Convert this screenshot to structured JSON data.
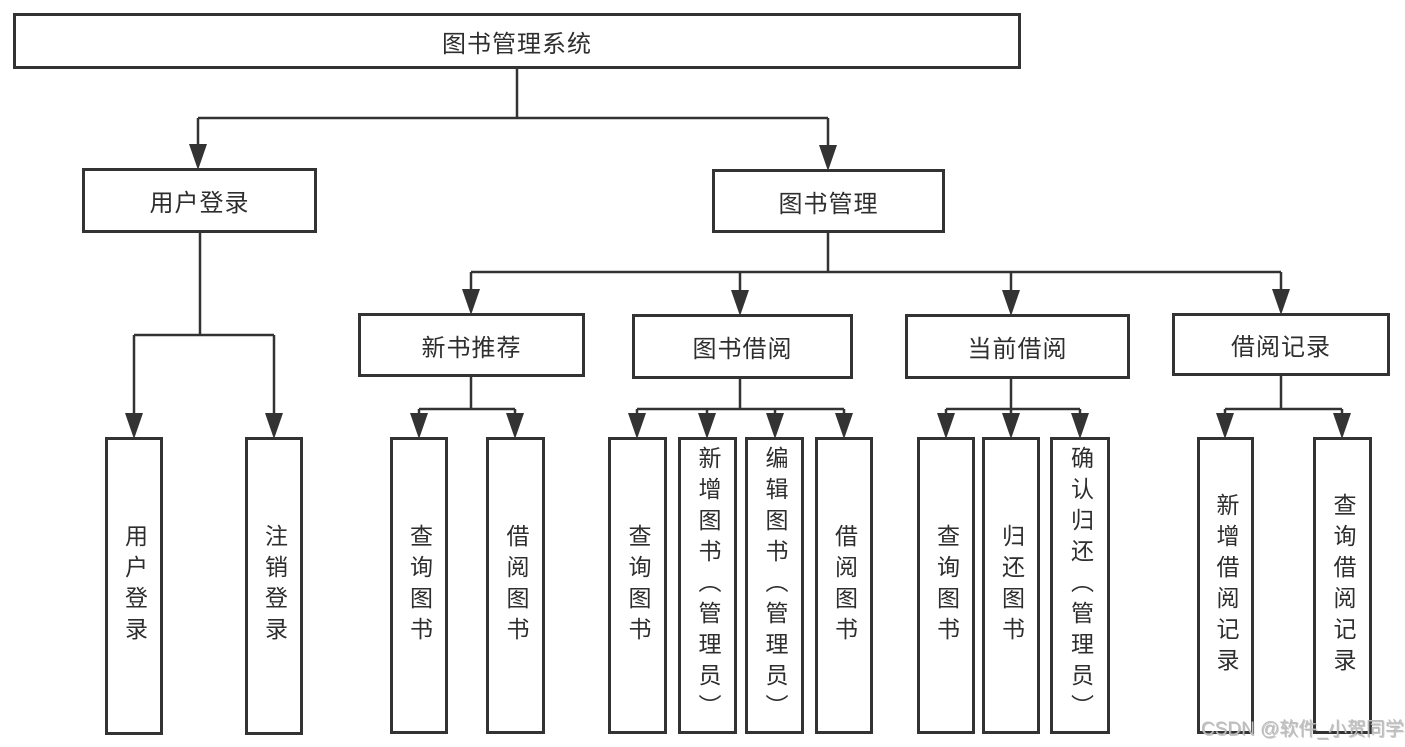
{
  "diagram": {
    "root": {
      "label": "图书管理系统"
    },
    "level2": [
      {
        "id": "user-login",
        "label": "用户登录"
      },
      {
        "id": "book-management",
        "label": "图书管理"
      }
    ],
    "level3": [
      {
        "id": "new-book-recommend",
        "label": "新书推荐"
      },
      {
        "id": "book-borrow",
        "label": "图书借阅"
      },
      {
        "id": "current-borrow",
        "label": "当前借阅"
      },
      {
        "id": "borrow-record",
        "label": "借阅记录"
      }
    ],
    "leaves": [
      {
        "id": "user-login-leaf",
        "parent": "user-login",
        "label": "用户登录"
      },
      {
        "id": "logout",
        "parent": "user-login",
        "label": "注销登录"
      },
      {
        "id": "query-book-recommend",
        "parent": "new-book-recommend",
        "label": "查询图书"
      },
      {
        "id": "borrow-book-recommend",
        "parent": "new-book-recommend",
        "label": "借阅图书"
      },
      {
        "id": "query-book-borrow",
        "parent": "book-borrow",
        "label": "查询图书"
      },
      {
        "id": "add-book-admin",
        "parent": "book-borrow",
        "label": "新增图书（管理员）"
      },
      {
        "id": "edit-book-admin",
        "parent": "book-borrow",
        "label": "编辑图书（管理员）"
      },
      {
        "id": "borrow-book",
        "parent": "book-borrow",
        "label": "借阅图书"
      },
      {
        "id": "query-book-current",
        "parent": "current-borrow",
        "label": "查询图书"
      },
      {
        "id": "return-book",
        "parent": "current-borrow",
        "label": "归还图书"
      },
      {
        "id": "confirm-return-admin",
        "parent": "current-borrow",
        "label": "确认归还（管理员）"
      },
      {
        "id": "add-borrow-record",
        "parent": "borrow-record",
        "label": "新增借阅记录"
      },
      {
        "id": "query-borrow-record",
        "parent": "borrow-record",
        "label": "查询借阅记录"
      }
    ]
  },
  "colors": {
    "line": "#333333",
    "box_border": "#333333",
    "text": "#2e2e2e",
    "background": "#ffffff",
    "watermark": "#bdbdbd"
  },
  "watermark": {
    "text": "CSDN @软件_小贺同学"
  }
}
